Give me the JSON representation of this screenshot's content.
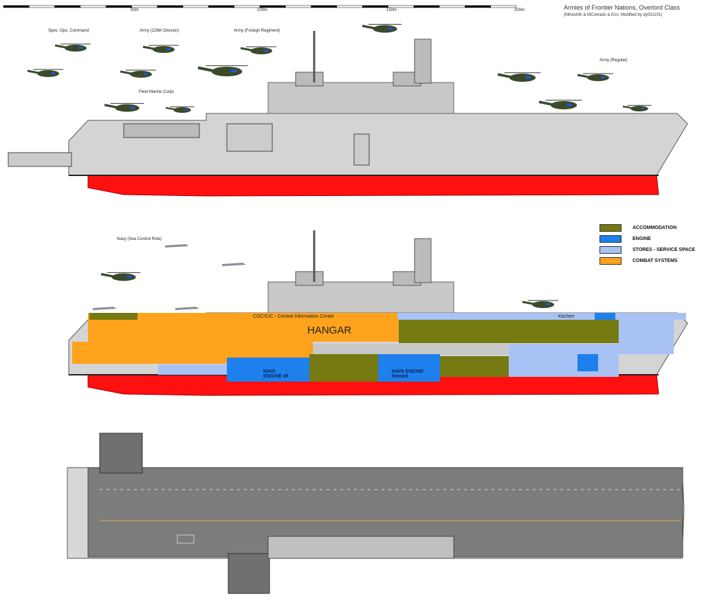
{
  "title": "Armies of Frontier Nations, Overlord Class",
  "credits": "(MihoshiK & MConrads & Enn; Modified by dy031101)",
  "scale": {
    "ticks": [
      "50m",
      "100m",
      "150m",
      "200m"
    ]
  },
  "aircraft_labels": [
    "Spec. Ops. Command",
    "Army (126th Division)",
    "Army (Foreign Regiment)",
    "Army (Regular)",
    "Fleet Marine Corps",
    "Navy (Sea Control Role)"
  ],
  "legend": [
    {
      "label": "ACCOMMODATION",
      "color": "#767a12"
    },
    {
      "label": "ENGINE",
      "color": "#1e80ec"
    },
    {
      "label": "STORES - SERVICE SPACE",
      "color": "#a9c2f5"
    },
    {
      "label": "COMBAT SYSTEMS",
      "color": "#ffa21c"
    }
  ],
  "cutaway_labels": {
    "cic": "COC/CIC - Central Information Center",
    "hangar": "HANGAR",
    "kitchen": "Kitchen",
    "engine_aft": "MAIN ENGINE aft",
    "engine_fwd": "MAIN ENGINE forward"
  },
  "colors": {
    "hull": "#d4d4d4",
    "waterline": "#ff1010",
    "deck": "#7c7c7c",
    "heli": "#3a4a2a"
  }
}
